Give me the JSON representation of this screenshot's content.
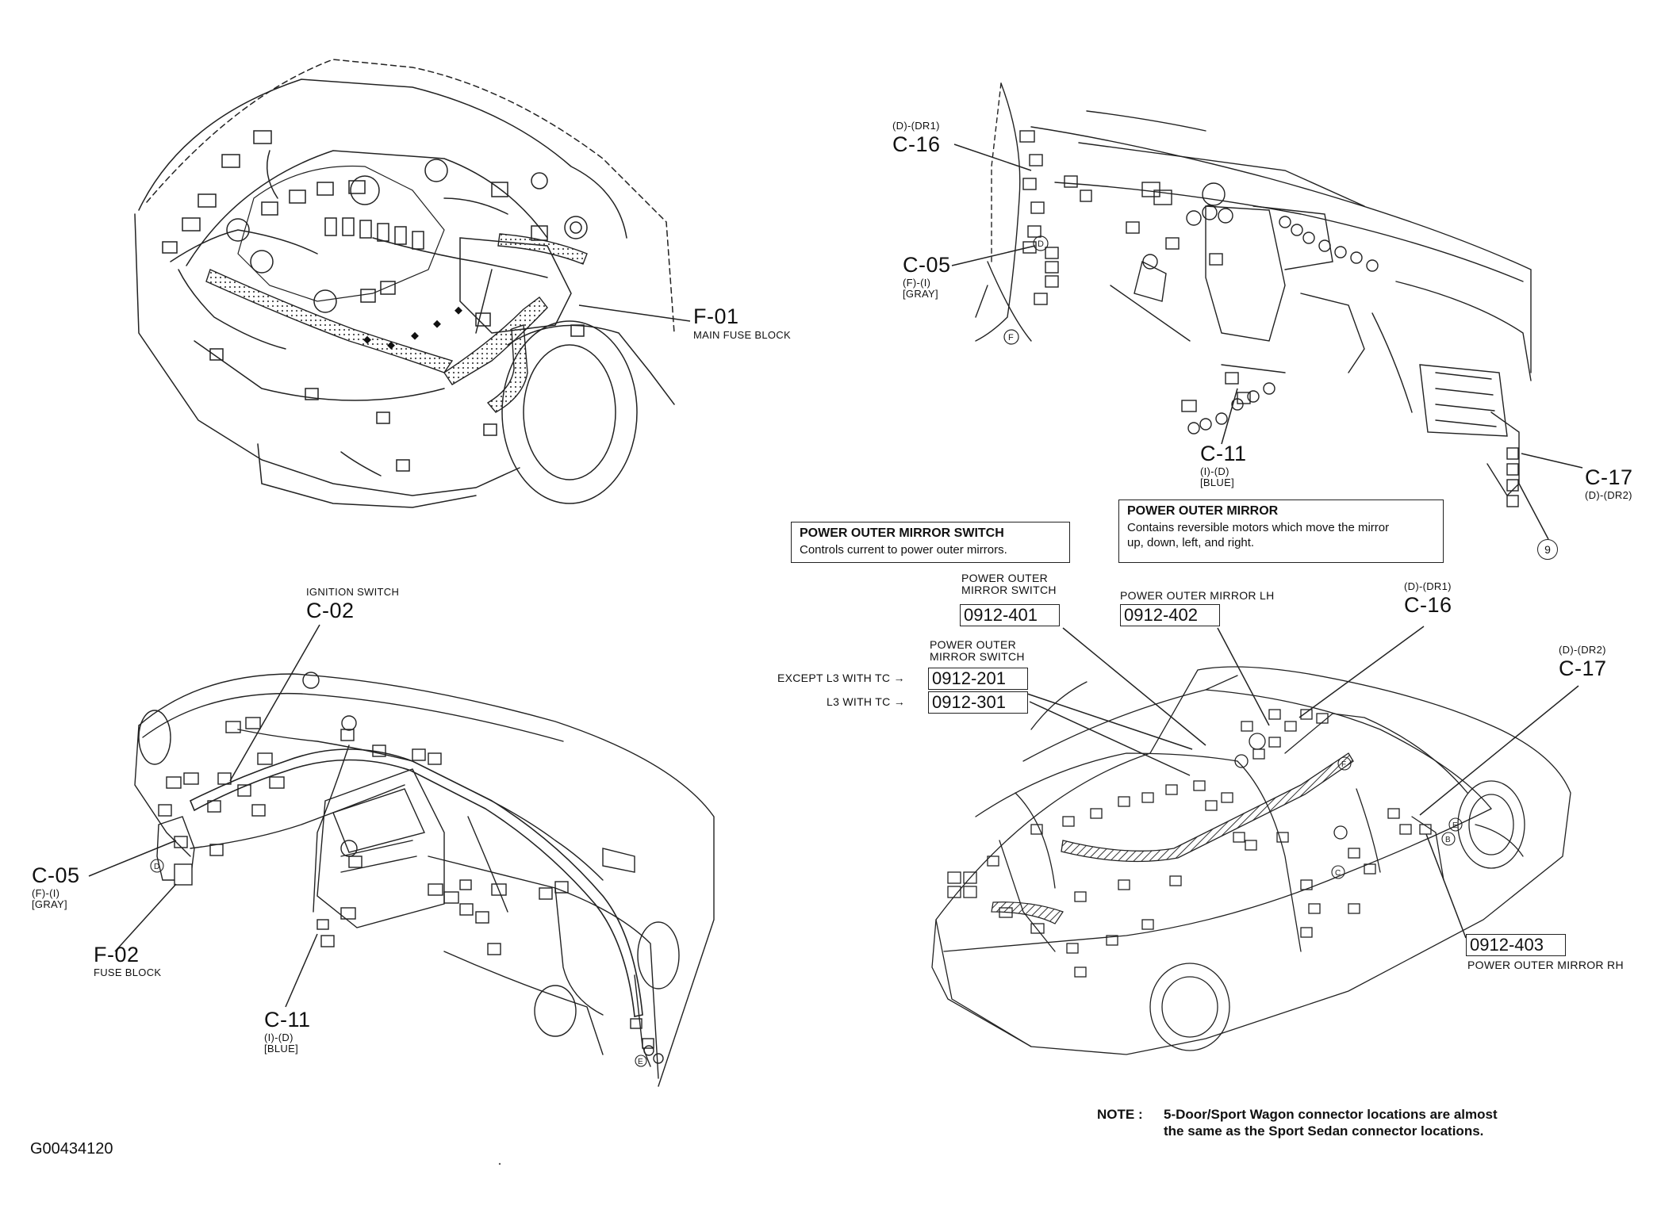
{
  "figure_id": "G00434120",
  "labels": {
    "f01_code": "F-01",
    "f01_name": "MAIN FUSE BLOCK",
    "c16_top_note": "(D)-(DR1)",
    "c16_top_code": "C-16",
    "c05_top_code": "C-05",
    "c05_top_note": "(F)-(I)",
    "c05_top_color": "[GRAY]",
    "c11_top_code": "C-11",
    "c11_top_note": "(I)-(D)",
    "c11_top_color": "[BLUE]",
    "c17_top_code": "C-17",
    "c17_top_note": "(D)-(DR2)",
    "circle_9": "9",
    "ign_name": "IGNITION SWITCH",
    "c02_code": "C-02",
    "c05_bot_code": "C-05",
    "c05_bot_note": "(F)-(I)",
    "c05_bot_color": "[GRAY]",
    "f02_code": "F-02",
    "f02_name": "FUSE BLOCK",
    "c11_bot_code": "C-11",
    "c11_bot_note": "(I)-(D)",
    "c11_bot_color": "[BLUE]",
    "c16_bot_note": "(D)-(DR1)",
    "c16_bot_code": "C-16",
    "c17_bot_note": "(D)-(DR2)",
    "c17_bot_code": "C-17"
  },
  "info_boxes": {
    "switch_title": "POWER OUTER MIRROR SWITCH",
    "switch_body": "Controls current to power outer mirrors.",
    "mirror_title": "POWER OUTER MIRROR",
    "mirror_body_1": "Contains reversible motors which move the mirror",
    "mirror_body_2": "up, down, left, and right."
  },
  "refs": {
    "r401_cap_1": "POWER OUTER",
    "r401_cap_2": "MIRROR SWITCH",
    "r401": "0912-401",
    "r402_cap": "POWER OUTER MIRROR LH",
    "r402": "0912-402",
    "r201_cap_1": "POWER OUTER",
    "r201_cap_2": "MIRROR SWITCH",
    "r201_cond": "EXCEPT L3 WITH TC →",
    "r201": "0912-201",
    "r301_cond": "L3 WITH TC →",
    "r301": "0912-301",
    "r403": "0912-403",
    "r403_cap": "POWER OUTER MIRROR RH"
  },
  "note": {
    "label": "NOTE :",
    "line1": "5-Door/Sport Wagon connector locations are almost",
    "line2": "the same as the Sport Sedan connector locations."
  },
  "colors": {
    "ink": "#222222",
    "paper": "#ffffff",
    "harness_fill": "#bdbdbd"
  }
}
